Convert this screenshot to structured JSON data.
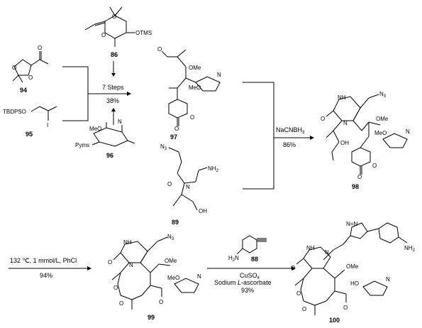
{
  "compounds": {
    "c86": "86",
    "c94": "94",
    "c95": "95",
    "c96": "96",
    "c97": "97",
    "c89": "89",
    "c98": "98",
    "c99": "99",
    "c88": "88",
    "c100": "100"
  },
  "atoms": {
    "otms": "OTMS",
    "o": "O",
    "tbdpso": "TBDPSO",
    "iodo": "I",
    "pyms": "Pyms",
    "meo": "MeO",
    "n": "N",
    "n3": "N",
    "n3sub": "3",
    "ome": "OMe",
    "nh2": "NH",
    "nh2sub": "2",
    "oh": "OH",
    "ho": "HO",
    "nh": "NH",
    "h2n": "H",
    "h2nsub": "2",
    "h2nn": "N",
    "nn": "N=N",
    "o2": "O"
  },
  "conditions": {
    "step1_top": "7 Steps",
    "step1_bottom": "38%",
    "step2_top": "NaCNBH",
    "step2_top_sub": "3",
    "step2_bottom": "86%",
    "step3_top": "132 ℃, 1 mmol/L, PhCl",
    "step3_bottom": "94%",
    "step4_line1": "CuSO",
    "step4_line1_sub": "4",
    "step4_line2_a": "Sodium ",
    "step4_line2_b": "L",
    "step4_line2_c": "-ascorbate",
    "step4_line3": "93%"
  }
}
